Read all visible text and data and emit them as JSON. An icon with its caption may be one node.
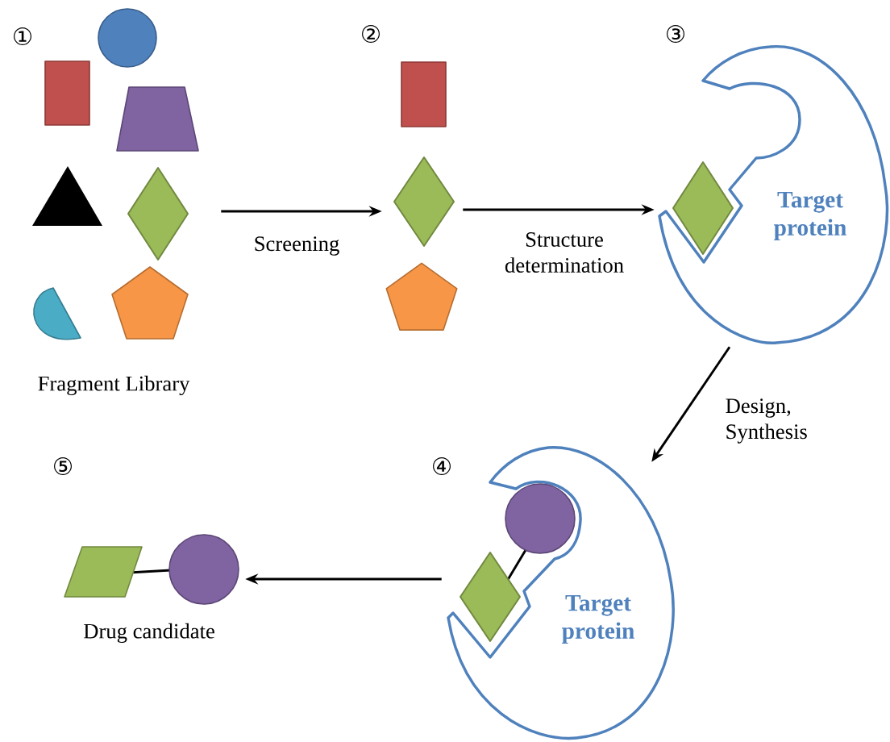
{
  "diagram": {
    "nodes": [
      {
        "text": [],
        "shape": "picture",
        "beside": [
          "Fragment Library"
        ]
      },
      {
        "text": [],
        "shape": "picture"
      },
      {
        "text": [
          "Target protein"
        ]
      },
      {
        "text": [
          "Target protein"
        ]
      },
      {
        "text": [],
        "shape": "picture",
        "beside": [
          "Drug candidate"
        ]
      }
    ],
    "edges": [
      {
        "from": 0,
        "to": 1,
        "arrow": "to",
        "label": "Screening"
      },
      {
        "from": 1,
        "to": 2,
        "arrow": "to",
        "label": "Structure determination"
      },
      {
        "from": 2,
        "to": 3,
        "arrow": "to",
        "label": "Design, Synthesis"
      },
      {
        "from": 3,
        "to": 4,
        "arrow": "to"
      }
    ],
    "labels": [
      "①",
      "②",
      "③",
      "⑤",
      "④"
    ]
  }
}
